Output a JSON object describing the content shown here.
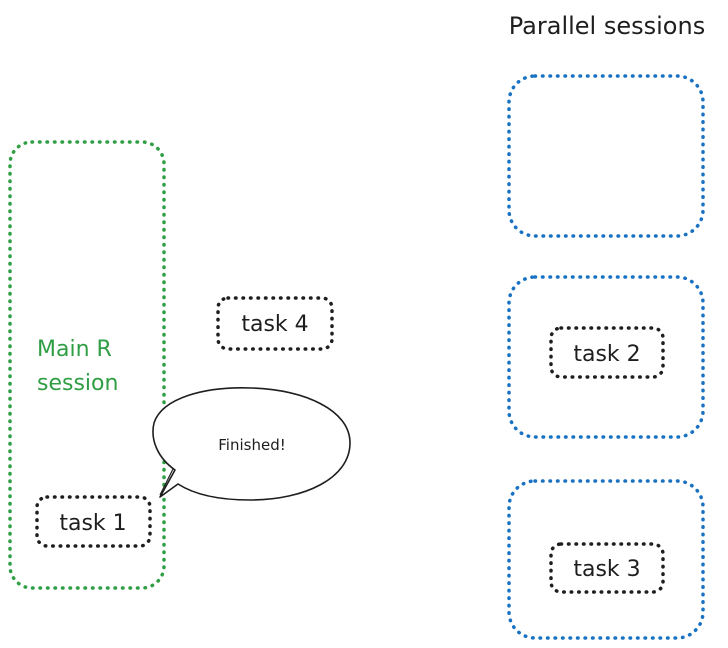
{
  "title": "Parallel sessions",
  "main_session_label": [
    "Main R",
    "session"
  ],
  "tasks": {
    "task1": "task 1",
    "task2": "task 2",
    "task3": "task 3",
    "task4": "task 4"
  },
  "speech_bubble": "Finished!",
  "colors": {
    "main_session": "#2f9e44",
    "parallel_session": "#1971c2",
    "task_border": "#1e1e1e",
    "text": "#1e1e1e"
  }
}
